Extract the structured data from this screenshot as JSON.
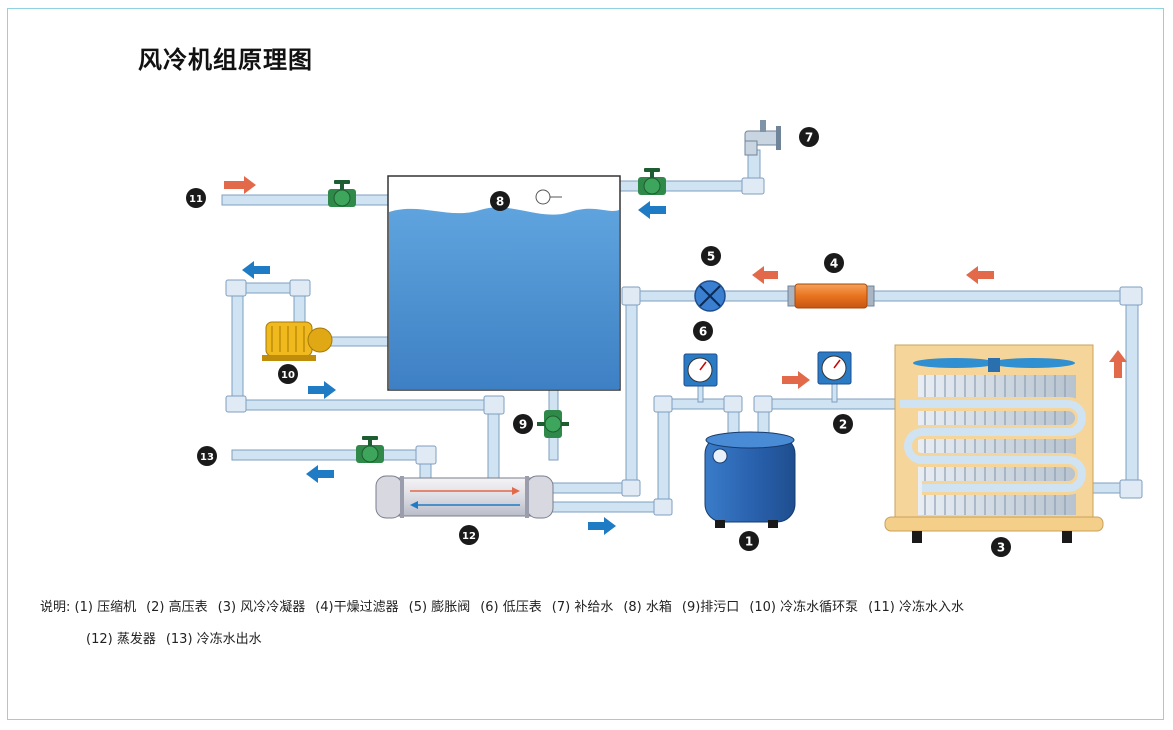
{
  "title": "风冷机组原理图",
  "badges": {
    "b1": "1",
    "b2": "2",
    "b3": "3",
    "b4": "4",
    "b5": "5",
    "b6": "6",
    "b7": "7",
    "b8": "8",
    "b9": "9",
    "b10": "10",
    "b11": "11",
    "b12": "12",
    "b13": "13"
  },
  "legend": {
    "prefix": "说明:",
    "items_row1": [
      "(1) 压缩机",
      "(2) 高压表",
      "(3) 风冷冷凝器",
      "(4)干燥过滤器",
      "(5) 膨胀阀",
      "(6) 低压表",
      "(7) 补给水",
      "(8) 水箱",
      "(9)排污口",
      "(10) 冷冻水循环泵",
      "(11) 冷冻水入水"
    ],
    "items_row2": [
      "(12) 蒸发器",
      "(13) 冷冻水出水"
    ]
  },
  "colors": {
    "pipe": "#cfe3f2",
    "pipe_edge": "#7f9fbf",
    "water": "#4a8fd0",
    "valve": "#2f8a4a",
    "arrow_hot": "#e26a4a",
    "arrow_cold": "#1f7bc4",
    "compressor": "#2a63b0",
    "filter": "#e8731f",
    "pump": "#f0b91e",
    "condenser_frame": "#f6d59a",
    "badge": "#1a1a1a"
  }
}
